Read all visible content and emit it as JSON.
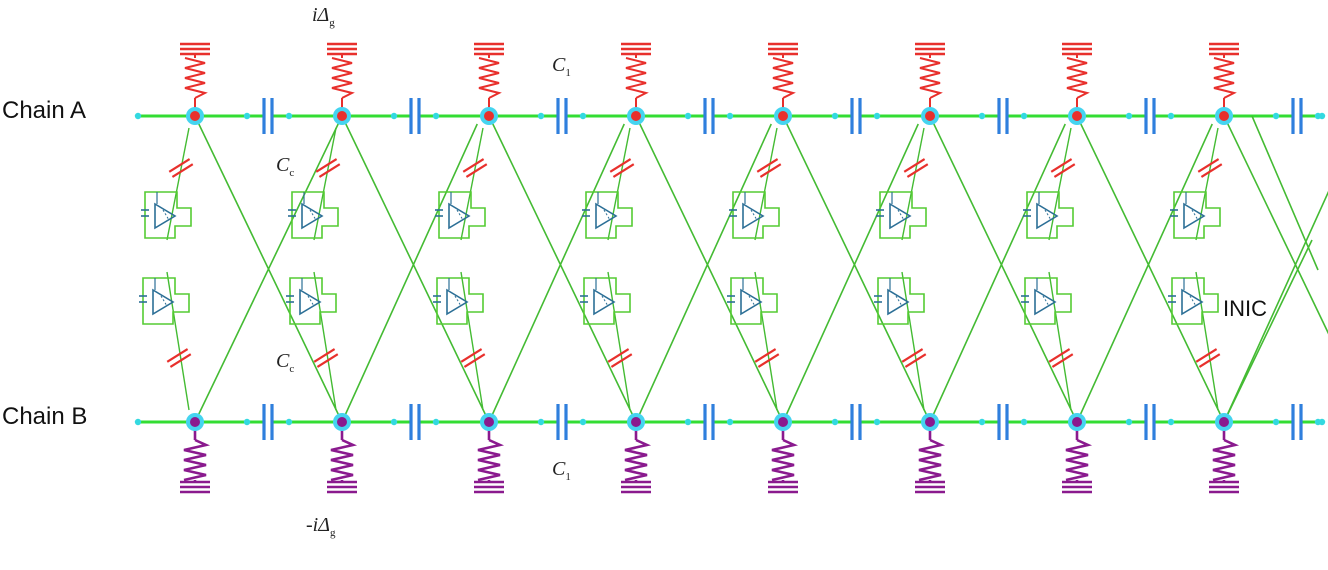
{
  "labels": {
    "chain_a": "Chain A",
    "chain_b": "Chain B",
    "gain_top_prefix": "iΔ",
    "gain_top_sub": "g",
    "gain_bottom_prefix": "-iΔ",
    "gain_bottom_sub": "g",
    "c1_top_main": "C",
    "c1_top_sub": "1",
    "c1_bottom_main": "C",
    "c1_bottom_sub": "1",
    "cc_top_main": "C",
    "cc_top_sub": "c",
    "cc_bottom_main": "C",
    "cc_bottom_sub": "c",
    "inic": "INIC"
  },
  "diagram": {
    "unit_cells": 8,
    "colors": {
      "chain_wire": "#33dd33",
      "cross_wire": "#44bb33",
      "capacitor": "#2f7fdd",
      "resistor_a": "#e8302c",
      "resistor_b": "#8a1a8e",
      "coupling_capacitor": "#e8302c",
      "node_ring": "#45d4f0",
      "node_a_fill": "#e8302c",
      "node_b_fill": "#8a1a8e",
      "inic_box": "#55cc33",
      "inic_element": "#2c6f96",
      "junction": "#33d9e0"
    }
  }
}
